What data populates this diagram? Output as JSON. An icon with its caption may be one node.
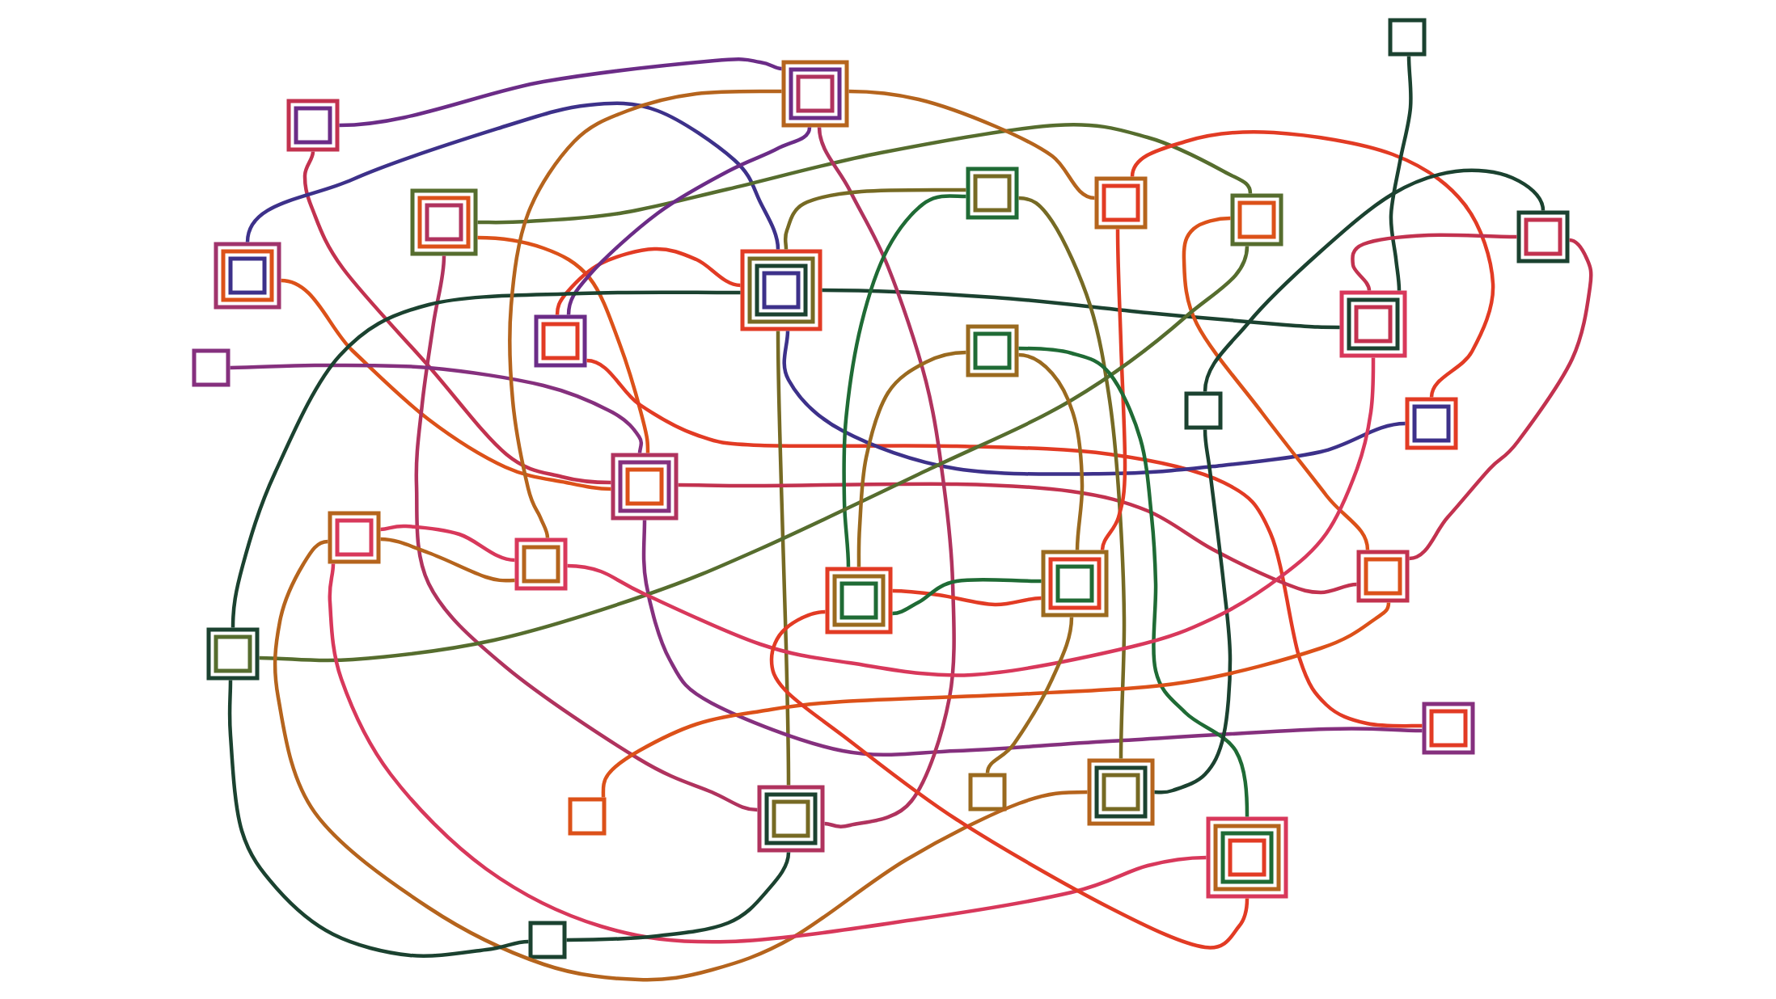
{
  "diagram": {
    "nodes": [
      {
        "text": [],
        "shape": "box"
      },
      {
        "text": [],
        "shape": "box"
      },
      {
        "text": [],
        "shape": "box"
      },
      {
        "text": [],
        "shape": "box"
      },
      {
        "text": [],
        "shape": "box"
      },
      {
        "text": [],
        "shape": "box"
      },
      {
        "text": [],
        "shape": "box"
      },
      {
        "text": [],
        "shape": "box"
      },
      {
        "text": [],
        "shape": "box"
      },
      {
        "text": [],
        "shape": "box"
      },
      {
        "text": [],
        "shape": "box"
      },
      {
        "text": [],
        "shape": "box"
      },
      {
        "text": [],
        "shape": "box"
      },
      {
        "text": [],
        "shape": "box"
      },
      {
        "text": [],
        "shape": "box"
      },
      {
        "text": [],
        "shape": "box"
      },
      {
        "text": [],
        "shape": "box"
      },
      {
        "text": [],
        "shape": "box"
      },
      {
        "text": [],
        "shape": "box"
      },
      {
        "text": [],
        "shape": "box"
      },
      {
        "text": [],
        "shape": "box"
      },
      {
        "text": [],
        "shape": "box"
      },
      {
        "text": [],
        "shape": "box"
      },
      {
        "text": [],
        "shape": "box"
      },
      {
        "text": [],
        "shape": "box"
      },
      {
        "text": [],
        "shape": "box"
      },
      {
        "text": [],
        "shape": "box"
      },
      {
        "text": [],
        "shape": "box"
      },
      {
        "text": [],
        "shape": "box"
      },
      {
        "text": [],
        "shape": "box"
      }
    ],
    "edges": [
      {
        "from": 2,
        "to": 1,
        "arrow": "none",
        "color": "#6b2c87"
      },
      {
        "from": 2,
        "to": 16,
        "arrow": "none",
        "color": "#c2324f"
      },
      {
        "from": 8,
        "to": 9,
        "arrow": "none",
        "color": "#3d318a"
      },
      {
        "from": 8,
        "to": 16,
        "arrow": "none",
        "color": "#dc5119"
      },
      {
        "from": 6,
        "to": 5,
        "arrow": "none",
        "color": "#566d2e"
      },
      {
        "from": 6,
        "to": 16,
        "arrow": "none",
        "color": "#dc5119"
      },
      {
        "from": 6,
        "to": 27,
        "arrow": "none",
        "color": "#b0335e"
      },
      {
        "from": 13,
        "to": 16,
        "arrow": "none",
        "color": "#85307e"
      },
      {
        "from": 11,
        "to": 9,
        "arrow": "none",
        "color": "#e23b24"
      },
      {
        "from": 11,
        "to": 1,
        "arrow": "none",
        "color": "#6b2c87"
      },
      {
        "from": 11,
        "to": 23,
        "arrow": "none",
        "color": "#e23b24"
      },
      {
        "from": 9,
        "to": 22,
        "arrow": "none",
        "color": "#1b4230"
      },
      {
        "from": 9,
        "to": 10,
        "arrow": "none",
        "color": "#1b4230"
      },
      {
        "from": 9,
        "to": 15,
        "arrow": "none",
        "color": "#3d318a"
      },
      {
        "from": 9,
        "to": 27,
        "arrow": "none",
        "color": "#766a24"
      },
      {
        "from": 16,
        "to": 23,
        "arrow": "none",
        "color": "#85307e"
      },
      {
        "from": 16,
        "to": 19,
        "arrow": "none",
        "color": "#c2324f"
      },
      {
        "from": 1,
        "to": 18,
        "arrow": "none",
        "color": "#b5641d"
      },
      {
        "from": 1,
        "to": 4,
        "arrow": "none",
        "color": "#b5641d"
      },
      {
        "from": 1,
        "to": 27,
        "arrow": "none",
        "color": "#b0335e"
      },
      {
        "from": 3,
        "to": 21,
        "arrow": "none",
        "color": "#1f6b35"
      },
      {
        "from": 3,
        "to": 9,
        "arrow": "none",
        "color": "#766a24"
      },
      {
        "from": 3,
        "to": 25,
        "arrow": "none",
        "color": "#766a24"
      },
      {
        "from": 4,
        "to": 15,
        "arrow": "none",
        "color": "#e23b24"
      },
      {
        "from": 4,
        "to": 20,
        "arrow": "none",
        "color": "#e23b24"
      },
      {
        "from": 5,
        "to": 19,
        "arrow": "none",
        "color": "#dc5119"
      },
      {
        "from": 5,
        "to": 22,
        "arrow": "none",
        "color": "#566d2e"
      },
      {
        "from": 12,
        "to": 21,
        "arrow": "none",
        "color": "#9a6a1f"
      },
      {
        "from": 12,
        "to": 20,
        "arrow": "none",
        "color": "#9a6a1f"
      },
      {
        "from": 12,
        "to": 28,
        "arrow": "none",
        "color": "#1f6b35"
      },
      {
        "from": 14,
        "to": 7,
        "arrow": "none",
        "color": "#1b4230"
      },
      {
        "from": 14,
        "to": 25,
        "arrow": "none",
        "color": "#1b4230"
      },
      {
        "from": 0,
        "to": 10,
        "arrow": "none",
        "color": "#1b4230"
      },
      {
        "from": 7,
        "to": 10,
        "arrow": "none",
        "color": "#c2324f"
      },
      {
        "from": 7,
        "to": 19,
        "arrow": "none",
        "color": "#c2324f"
      },
      {
        "from": 10,
        "to": 18,
        "arrow": "none",
        "color": "#d8385b"
      },
      {
        "from": 17,
        "to": 18,
        "arrow": "none",
        "color": "#d8385b"
      },
      {
        "from": 17,
        "to": 18,
        "arrow": "none",
        "color": "#b5641d"
      },
      {
        "from": 17,
        "to": 25,
        "arrow": "none",
        "color": "#b5641d"
      },
      {
        "from": 17,
        "to": 28,
        "arrow": "none",
        "color": "#d8385b"
      },
      {
        "from": 22,
        "to": 29,
        "arrow": "none",
        "color": "#1b4230"
      },
      {
        "from": 26,
        "to": 19,
        "arrow": "none",
        "color": "#dc5119"
      },
      {
        "from": 29,
        "to": 27,
        "arrow": "none",
        "color": "#1b4230"
      },
      {
        "from": 21,
        "to": 20,
        "arrow": "none",
        "color": "#e23b24"
      },
      {
        "from": 21,
        "to": 20,
        "arrow": "none",
        "color": "#1f6b35"
      },
      {
        "from": 21,
        "to": 28,
        "arrow": "none",
        "color": "#e23b24"
      },
      {
        "from": 20,
        "to": 24,
        "arrow": "none",
        "color": "#9a6a1f"
      }
    ]
  }
}
